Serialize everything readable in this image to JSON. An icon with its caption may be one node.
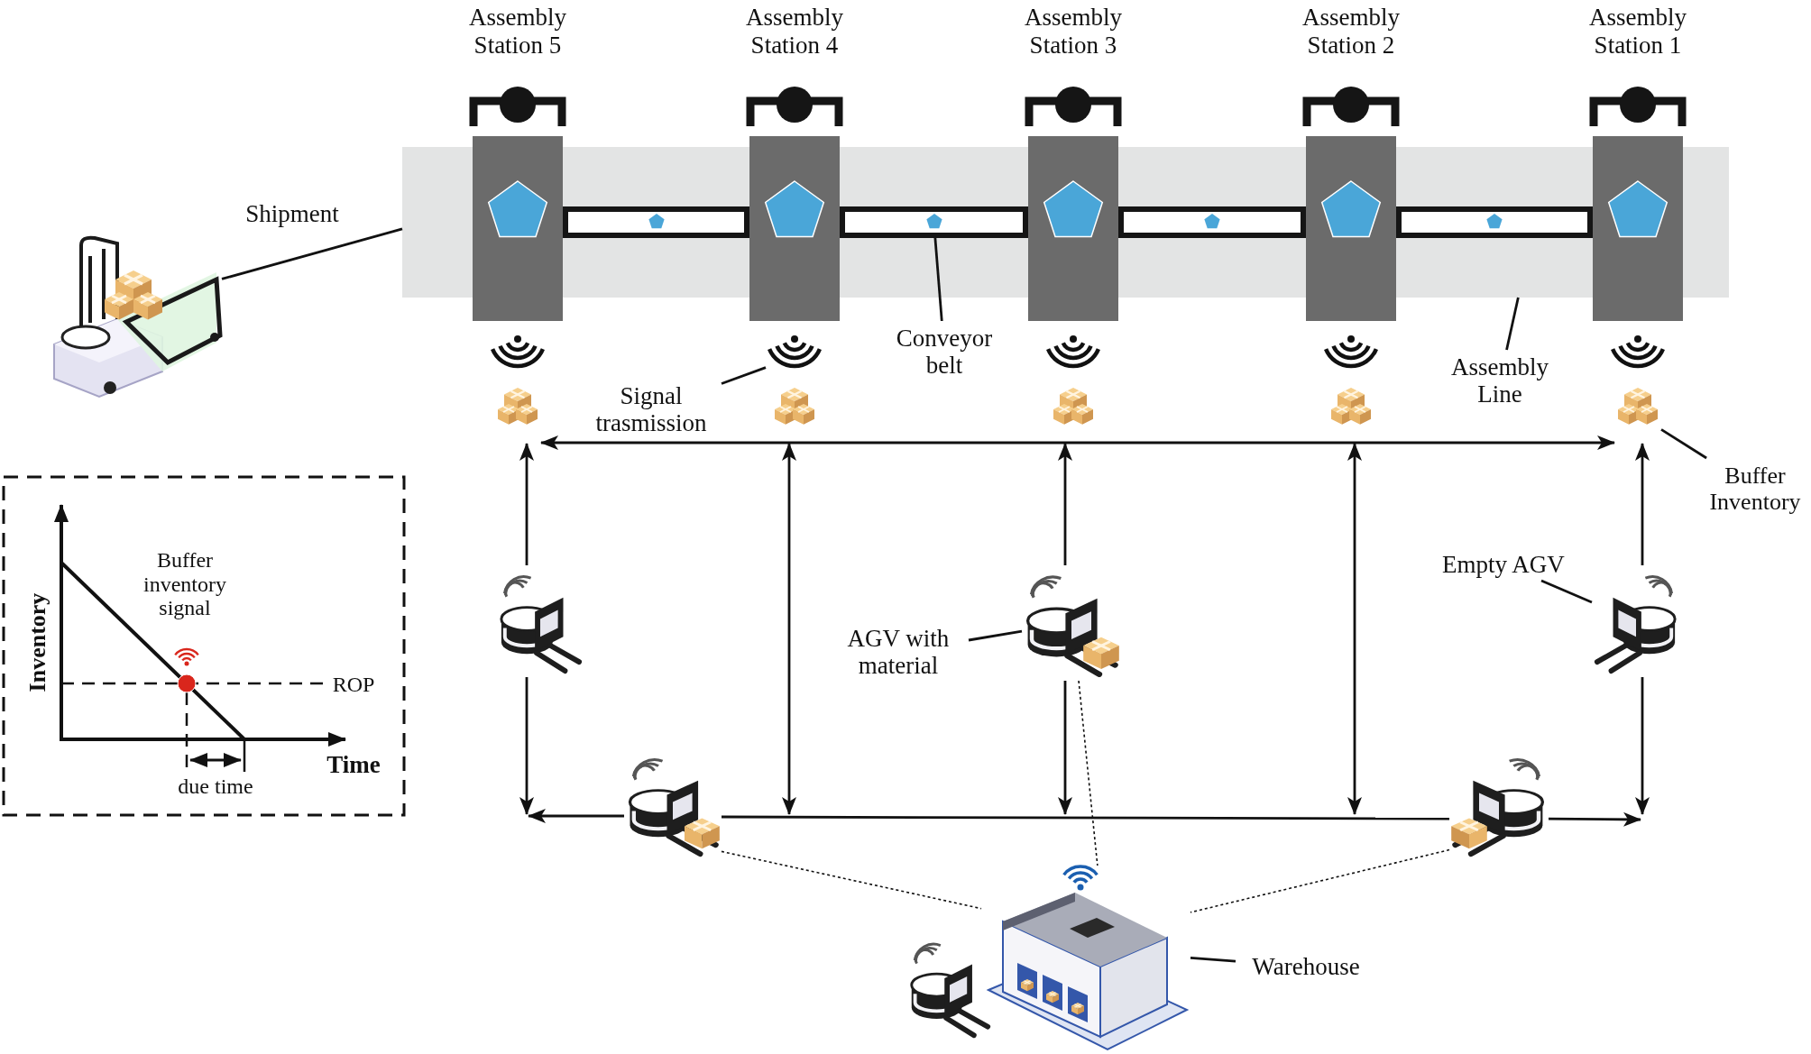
{
  "diagram": {
    "nodes": [
      {
        "text": [
          "Assembly Station 5"
        ]
      },
      {
        "text": [
          "Assembly Station 4"
        ]
      },
      {
        "text": [
          "Assembly Station 3"
        ]
      },
      {
        "text": [
          "Assembly Station 2"
        ]
      },
      {
        "text": [
          "Assembly Station 1"
        ]
      },
      {
        "text": [],
        "shape": "bar"
      },
      {
        "text": [],
        "shape": "bar",
        "in": 5
      },
      {
        "text": [],
        "shape": "bar",
        "in": 5
      },
      {
        "text": [],
        "shape": "bar",
        "in": 5
      },
      {
        "text": [],
        "shape": "bar",
        "in": 5
      },
      {
        "text": [],
        "shape": "picture"
      },
      {
        "text": [],
        "shape": "picture"
      },
      {
        "text": [],
        "shape": "picture"
      },
      {
        "text": [],
        "shape": "picture"
      },
      {
        "text": [],
        "shape": "picture"
      },
      {
        "text": [],
        "shape": "picture"
      },
      {
        "text": [],
        "shape": "picture"
      },
      {
        "text": [],
        "shape": "picture"
      },
      {
        "text": [],
        "shape": "picture"
      },
      {
        "text": [],
        "shape": "picture"
      },
      {
        "text": [],
        "shape": "picture"
      },
      {
        "text": [
          "Signal trasmission"
        ]
      },
      {
        "text": [
          "Conveyor belt"
        ]
      },
      {
        "text": [
          "Assembly Line"
        ]
      },
      {
        "text": [
          "Buffer Inventory"
        ]
      },
      {
        "text": [],
        "shape": "picture"
      },
      {
        "text": [
          "AGV with material"
        ]
      },
      {
        "text": [],
        "shape": "picture"
      },
      {
        "text": [
          "Empty AGV"
        ]
      },
      {
        "text": [],
        "shape": "picture"
      },
      {
        "text": [],
        "shape": "picture"
      },
      {
        "text": [],
        "shape": "picture"
      },
      {
        "text": [],
        "shape": "picture"
      },
      {
        "text": [],
        "shape": "picture"
      },
      {
        "text": [
          "Warehouse"
        ]
      }
    ],
    "edges": [
      {
        "from": 5,
        "to": 20,
        "arrow": "none",
        "label": "Shipment"
      },
      {
        "from": 21,
        "to": 11,
        "arrow": "none"
      },
      {
        "from": 22,
        "to": 7,
        "arrow": "none"
      },
      {
        "from": 23,
        "to": 5,
        "arrow": "none"
      },
      {
        "from": 24,
        "to": 19,
        "arrow": "none"
      },
      {
        "from": 26,
        "to": 27,
        "arrow": "none"
      },
      {
        "from": 28,
        "to": 29,
        "arrow": "none"
      },
      {
        "from": 34,
        "to": 33,
        "arrow": "none"
      },
      {
        "from": 30,
        "to": 33,
        "arrow": "none",
        "style": "dashed"
      },
      {
        "from": 27,
        "to": 33,
        "arrow": "none",
        "style": "dashed"
      },
      {
        "from": 31,
        "to": 33,
        "arrow": "none",
        "style": "dashed"
      },
      {
        "from": 15,
        "to": 19,
        "arrow": "both"
      },
      {
        "from": 25,
        "to": 15,
        "arrow": "to"
      },
      {
        "from": 25,
        "to": null,
        "arrow": "to"
      },
      {
        "from": 16,
        "to": null,
        "arrow": "both"
      },
      {
        "from": 27,
        "to": 17,
        "arrow": "to"
      },
      {
        "from": 27,
        "to": null,
        "arrow": "to"
      },
      {
        "from": 18,
        "to": null,
        "arrow": "both"
      },
      {
        "from": 29,
        "to": 19,
        "arrow": "to"
      },
      {
        "from": 29,
        "to": null,
        "arrow": "to"
      },
      {
        "from": 30,
        "to": null,
        "arrow": "to"
      },
      {
        "from": 30,
        "to": 31,
        "arrow": "none"
      },
      {
        "from": 31,
        "to": null,
        "arrow": "to"
      }
    ],
    "labels": [
      "Buffer inventory signal",
      "ROP",
      "Inventory",
      "Time",
      "due time"
    ]
  }
}
